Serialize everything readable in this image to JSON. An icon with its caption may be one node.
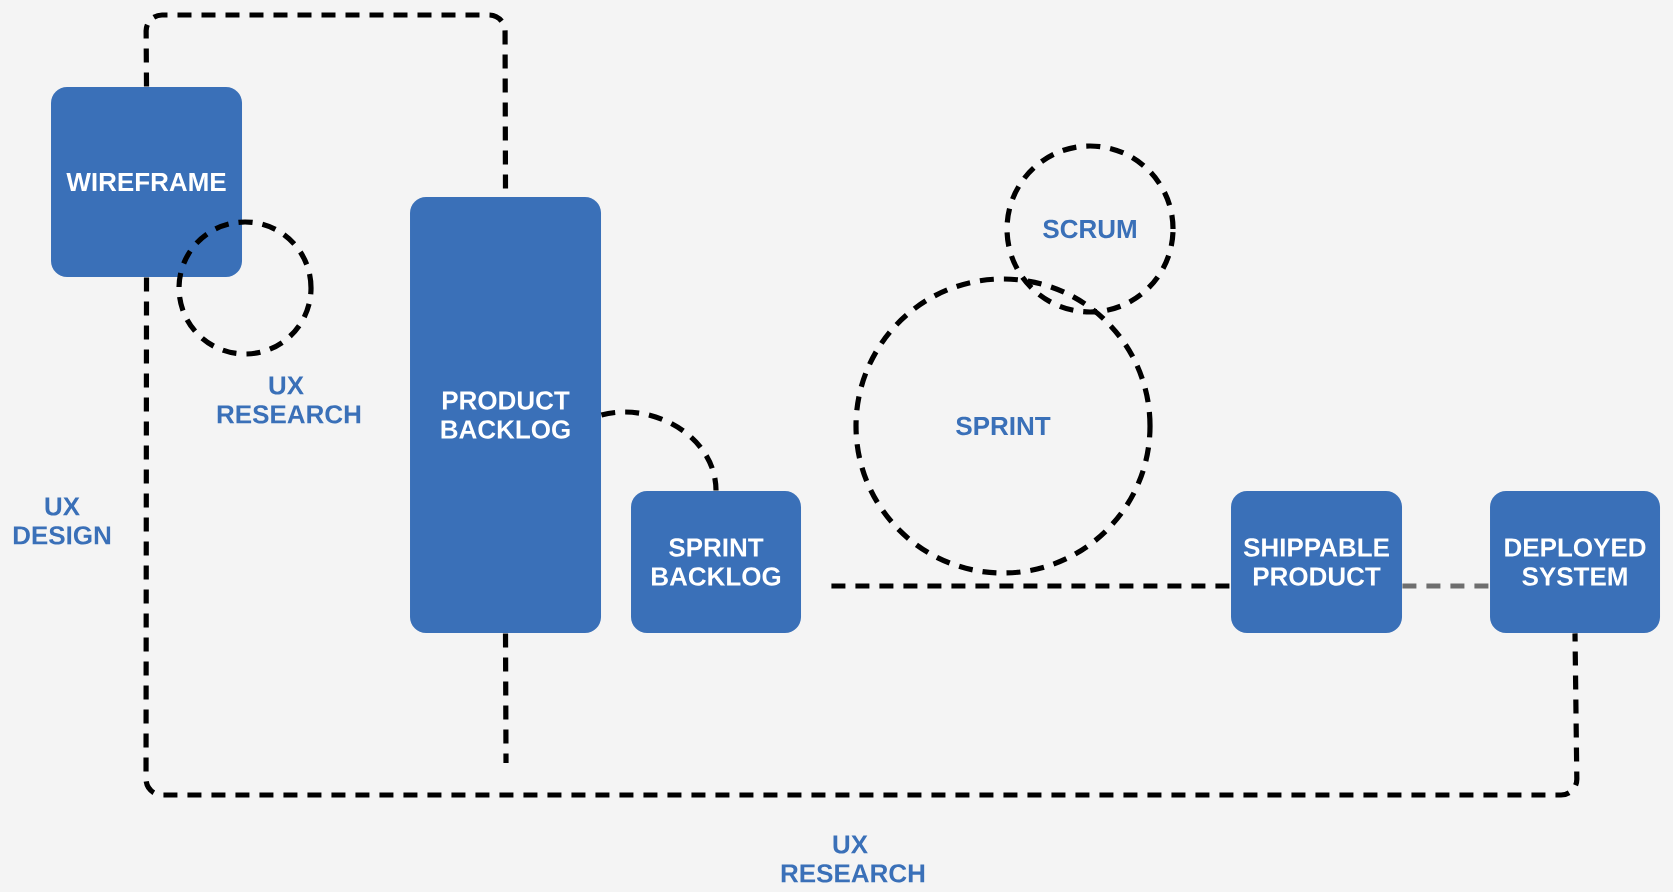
{
  "diagram": {
    "nodes": [
      {
        "text": [
          "WIREFRAME"
        ]
      },
      {
        "text": [
          "PRODUCT BACKLOG"
        ]
      },
      {
        "text": [
          "SPRINT BACKLOG"
        ]
      },
      {
        "text": [
          "SCRUM"
        ]
      },
      {
        "text": [
          "SPRINT"
        ]
      },
      {
        "text": [
          "SHIPPABLE PRODUCT"
        ]
      },
      {
        "text": [
          "DEPLOYED SYSTEM"
        ]
      },
      {
        "text": [
          "UX RESEARCH"
        ]
      }
    ],
    "edges": [
      {
        "from": 1,
        "to": 2,
        "arrow": "none",
        "style": "dashed"
      },
      {
        "from": 2,
        "to": 5,
        "arrow": "none",
        "style": "dashed"
      },
      {
        "from": 5,
        "to": 6,
        "arrow": "none",
        "style": "dashed",
        "color": "#6e6e6e"
      },
      {
        "from": 0,
        "to": 1,
        "arrow": "none",
        "style": "dashed"
      },
      {
        "from": 0,
        "to": 6,
        "arrow": "none",
        "style": "dashed"
      },
      {
        "from": 1,
        "to": null,
        "arrow": "none",
        "style": "dashed"
      }
    ],
    "labels": [
      "UX DESIGN",
      "UX RESEARCH"
    ]
  }
}
